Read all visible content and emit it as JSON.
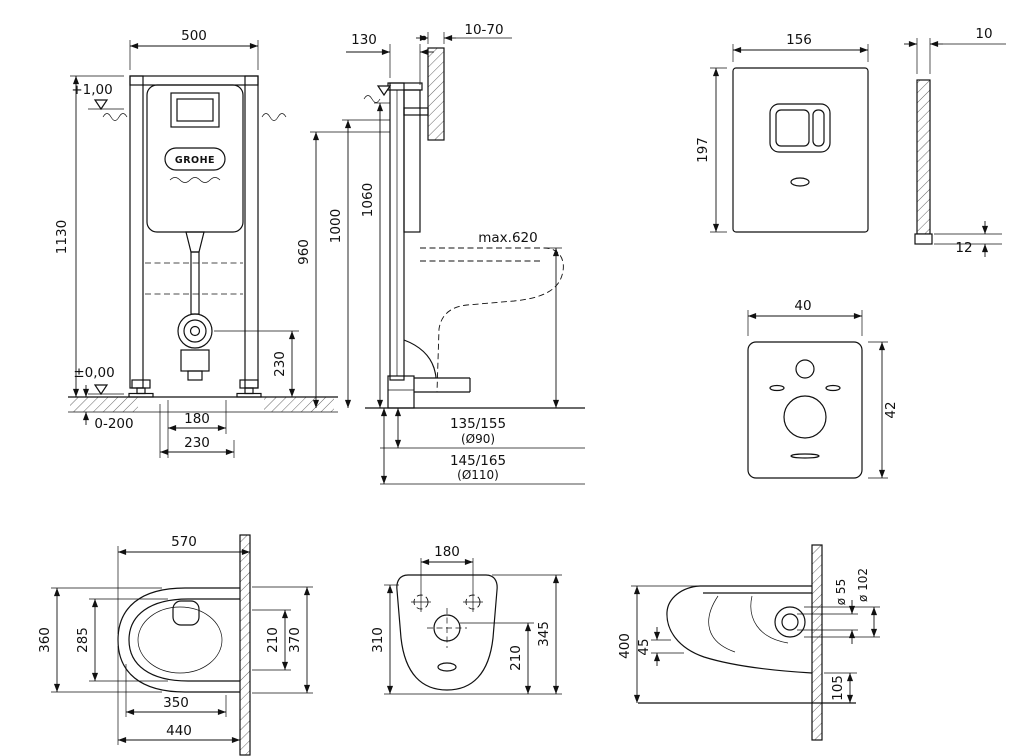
{
  "brand": "GROHE",
  "frame_front": {
    "width": "500",
    "level_plus": "+1,00",
    "height": "1130",
    "level_zero": "±0,00",
    "floor_buildup": "0-200",
    "dim_180": "180",
    "dim_230": "230",
    "outlet_height": "230"
  },
  "frame_side": {
    "depth": "130",
    "rod_range": "10-70",
    "h_1060": "1060",
    "h_1000": "1000",
    "h_960": "960",
    "bowl_max": "max.620",
    "outlet_a": "135/155",
    "outlet_a_dia": "(Ø90)",
    "outlet_b": "145/165",
    "outlet_b_dia": "(Ø110)"
  },
  "flush_plate": {
    "width": "156",
    "height": "197",
    "depth": "10",
    "edge": "12"
  },
  "sound_pad": {
    "width": "40",
    "height": "42"
  },
  "bowl_top": {
    "depth": "570",
    "width": "360",
    "inner_width": "285",
    "off_210": "210",
    "off_370": "370",
    "holes": "350",
    "length": "440"
  },
  "bowl_rear": {
    "holes": "180",
    "h_310": "310",
    "h_210": "210",
    "h_345": "345"
  },
  "bowl_side": {
    "height": "400",
    "lip": "45",
    "pipe_a": "ø 55",
    "pipe_b": "ø 102",
    "clearance": "105"
  }
}
